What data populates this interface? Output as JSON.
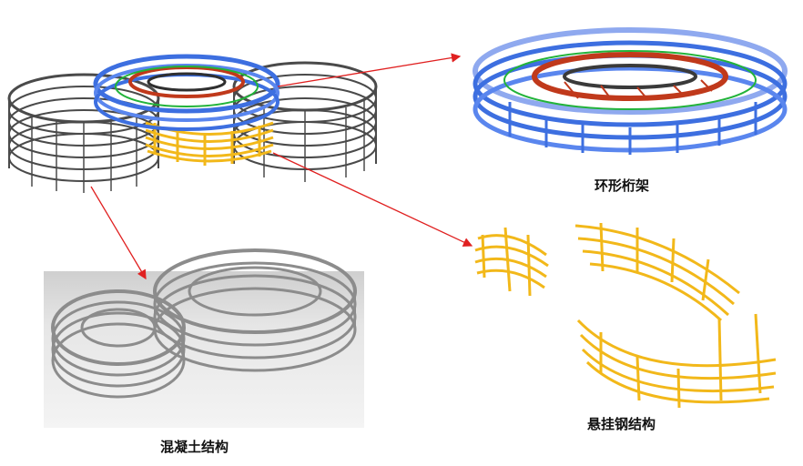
{
  "labels": {
    "ring_truss": "环形桁架",
    "concrete_structure": "混凝土结构",
    "hanging_steel_structure": "悬挂钢结构"
  },
  "colors": {
    "concrete_dark": "#4a4a4a",
    "concrete_render": "#9a9a9a",
    "truss_blue": "#3d6fe0",
    "truss_red": "#c0391b",
    "truss_green": "#22b33a",
    "hanging_steel": "#f2b81a",
    "arrow": "#e02020"
  }
}
